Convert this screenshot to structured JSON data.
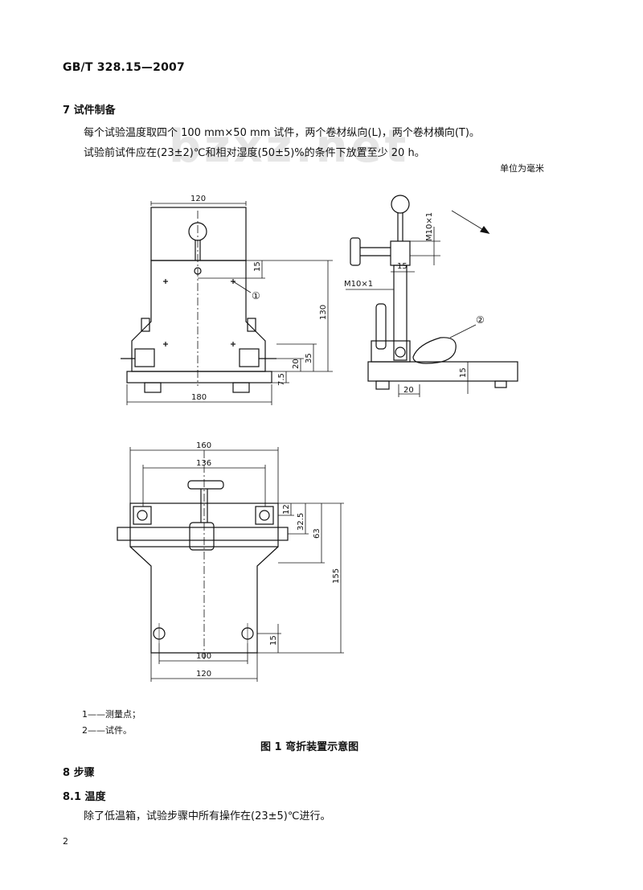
{
  "header": {
    "standard": "GB/T 328.15—2007"
  },
  "watermark": "bzxz.net",
  "section7": {
    "heading": "7   试件制备",
    "p1": "每个试验温度取四个 100 mm×50 mm 试件，两个卷材纵向(L)，两个卷材横向(T)。",
    "p2": "试验前试件应在(23±2)℃和相对湿度(50±5)%的条件下放置至少 20 h。"
  },
  "units_note": "单位为毫米",
  "figure": {
    "dims": {
      "front_top": "120",
      "front_bottom": "180",
      "front_h130": "130",
      "front_15": "15",
      "front_35": "35",
      "front_20": "20",
      "front_75": "7.5",
      "side_m10_top": "M10×1",
      "side_15": "15",
      "side_m10_left": "M10×1",
      "side_15b": "15",
      "side_20": "20",
      "plan_160": "160",
      "plan_136": "136",
      "plan_12": "12",
      "plan_325": "32.5",
      "plan_63": "63",
      "plan_155": "155",
      "plan_15": "15",
      "plan_100": "100",
      "plan_120": "120"
    },
    "callout1": "①",
    "callout2": "②",
    "legend": [
      "1——测量点；",
      "2——试件。"
    ],
    "caption": "图 1   弯折装置示意图"
  },
  "section8": {
    "heading": "8   步骤",
    "sub_heading": "8.1   温度",
    "p1": "除了低温箱，试验步骤中所有操作在(23±5)℃进行。"
  },
  "page_number": "2"
}
